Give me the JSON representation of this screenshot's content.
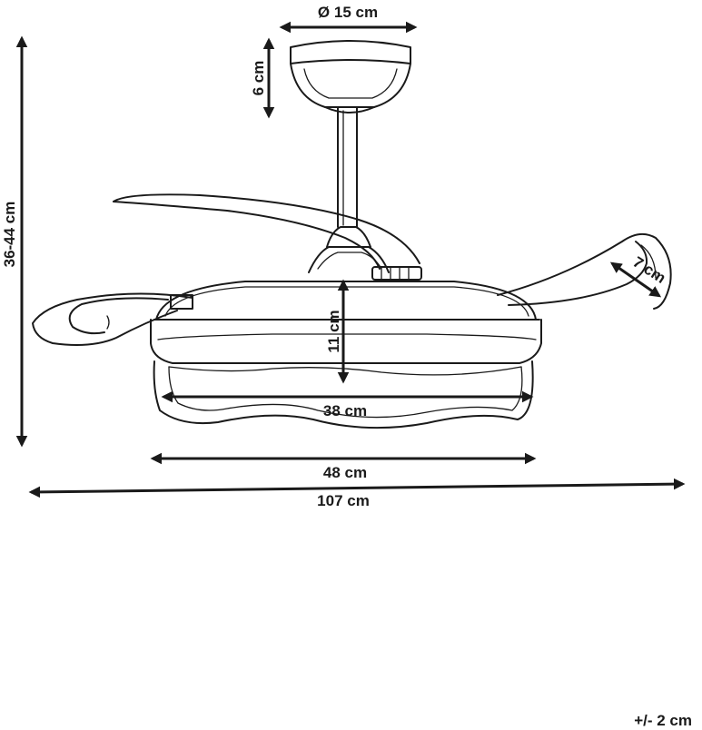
{
  "dimensions": {
    "canopy_diameter": "Ø 15 cm",
    "canopy_height": "6 cm",
    "overall_height": "36-44 cm",
    "blade_width": "7 cm",
    "light_height": "11 cm",
    "light_diameter": "38 cm",
    "body_diameter": "48 cm",
    "span": "107 cm"
  },
  "tolerance": "+/- 2 cm",
  "colors": {
    "line": "#1a1a1a",
    "background": "#ffffff"
  }
}
